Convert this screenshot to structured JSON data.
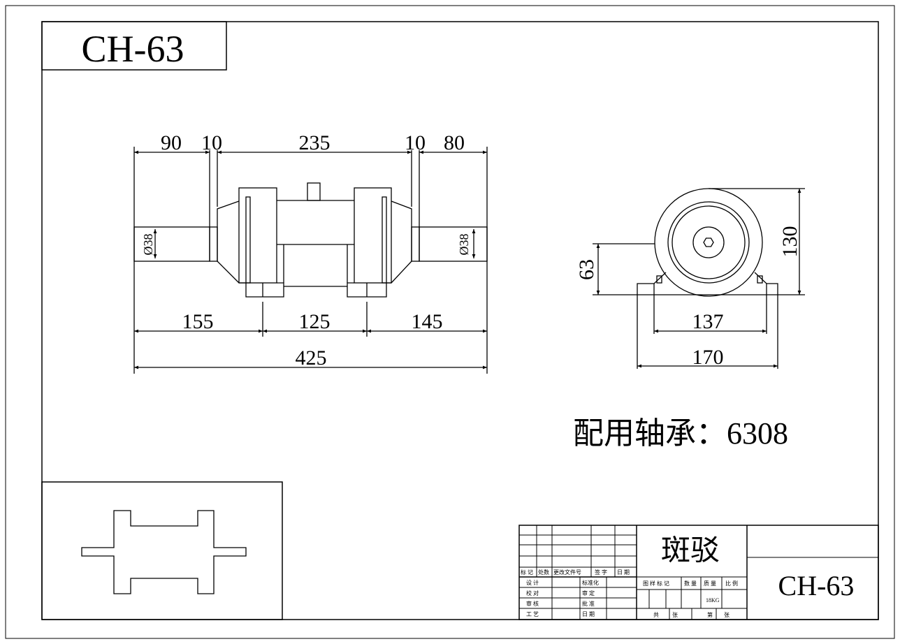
{
  "drawing_code": "CH-63",
  "title_block": {
    "part_name": "斑驳",
    "drawing_code": "CH-63",
    "rev_headers": [
      "标 记",
      "处数",
      "更改文件号",
      "签 字",
      "日 期"
    ],
    "sign_labels": [
      "设 计",
      "校 对",
      "审 核",
      "工 艺"
    ],
    "sign_labels_2": [
      "标准化",
      "审 定",
      "批 准",
      "日 期"
    ],
    "info_headers": [
      "图 样 标 记",
      "数 量",
      "质 量",
      "比 例"
    ],
    "weight": "18KG",
    "sheet_labels": [
      "共",
      "张",
      "第",
      "张"
    ]
  },
  "front_view": {
    "top_dims": [
      "90",
      "10",
      "235",
      "10",
      "80"
    ],
    "shaft_dia_left": "Ø38",
    "shaft_dia_right": "Ø38",
    "bottom_dims": [
      "155",
      "125",
      "145"
    ],
    "overall": "425"
  },
  "side_view": {
    "center_height": "63",
    "total_height": "130",
    "mount_inner": "137",
    "mount_outer": "170"
  },
  "bearing_note": "配用轴承：6308"
}
